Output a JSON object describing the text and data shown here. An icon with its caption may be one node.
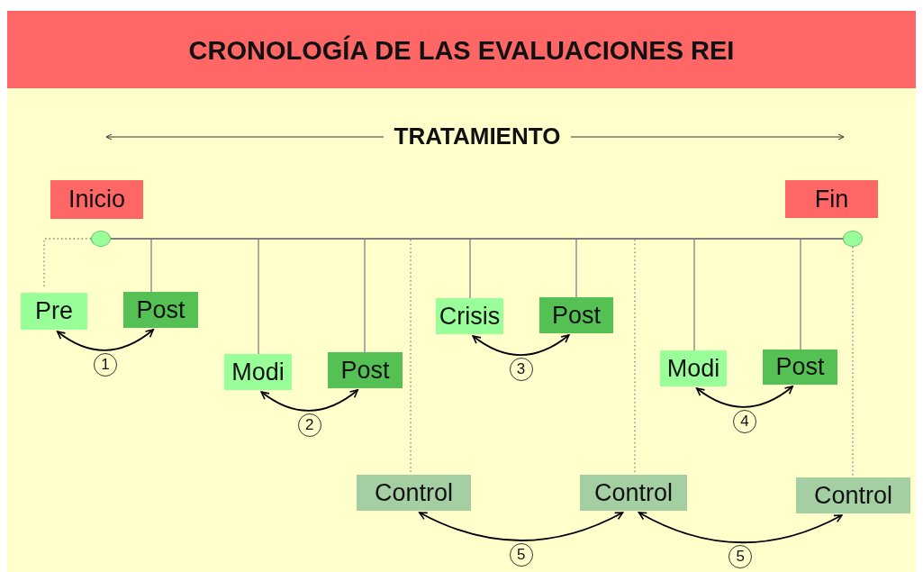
{
  "diagram": {
    "title": "CRONOLOGÍA DE LAS EVALUACIONES REI",
    "nodes": [
      {
        "text": [
          "Inicio"
        ]
      },
      {
        "text": [
          "Fin"
        ]
      },
      {
        "text": [],
        "shape": "circle"
      },
      {
        "text": [],
        "shape": "bar"
      },
      {
        "text": [],
        "shape": "circle"
      },
      {
        "text": [
          "Pre"
        ]
      },
      {
        "text": [
          "Post"
        ]
      },
      {
        "text": [
          "Crisis"
        ]
      },
      {
        "text": [
          "Post"
        ]
      },
      {
        "text": [
          "Modi"
        ]
      },
      {
        "text": [
          "Post"
        ]
      },
      {
        "text": [
          "Modi"
        ]
      },
      {
        "text": [
          "Post"
        ]
      },
      {
        "text": [
          "Control"
        ]
      },
      {
        "text": [
          "Control"
        ]
      },
      {
        "text": [
          "Control"
        ]
      }
    ],
    "edges": [
      {
        "from": 2,
        "to": 5,
        "arrow": "none",
        "style": "dashed"
      },
      {
        "from": 3,
        "to": 6,
        "arrow": "none"
      },
      {
        "from": 3,
        "to": 9,
        "arrow": "none"
      },
      {
        "from": 3,
        "to": 10,
        "arrow": "none"
      },
      {
        "from": 3,
        "to": 7,
        "arrow": "none"
      },
      {
        "from": 3,
        "to": 8,
        "arrow": "none"
      },
      {
        "from": 3,
        "to": 11,
        "arrow": "none"
      },
      {
        "from": 3,
        "to": 12,
        "arrow": "none"
      },
      {
        "from": 3,
        "to": 13,
        "arrow": "none",
        "style": "dashed"
      },
      {
        "from": 3,
        "to": 14,
        "arrow": "none",
        "style": "dashed"
      },
      {
        "from": 4,
        "to": 15,
        "arrow": "none",
        "style": "dashed"
      },
      {
        "from": 5,
        "to": 6,
        "arrow": "both",
        "label": "1",
        "color": "#000000"
      },
      {
        "from": 9,
        "to": 10,
        "arrow": "both",
        "label": "2",
        "color": "#000000"
      },
      {
        "from": 7,
        "to": 8,
        "arrow": "both",
        "label": "3",
        "color": "#000000"
      },
      {
        "from": 11,
        "to": 12,
        "arrow": "both",
        "label": "4",
        "color": "#000000"
      },
      {
        "from": 13,
        "to": 14,
        "arrow": "both",
        "label": "5",
        "color": "#000000"
      },
      {
        "from": 14,
        "to": 15,
        "arrow": "both",
        "label": "5",
        "color": "#000000"
      }
    ],
    "labels": [
      "TRATAMIENTO"
    ]
  }
}
